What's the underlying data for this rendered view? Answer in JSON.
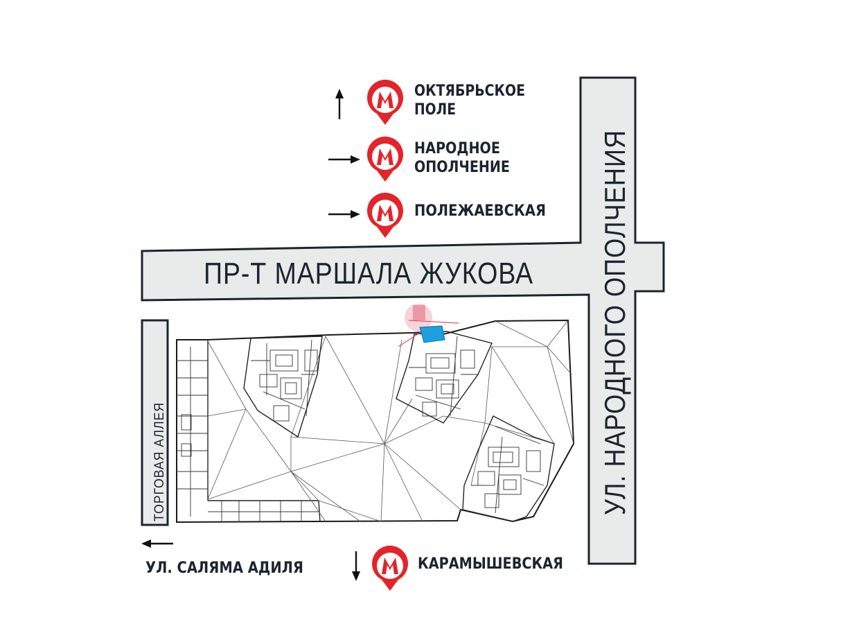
{
  "colors": {
    "metro_red": "#e3242b",
    "road_fill": "#e8ebe9",
    "road_stroke": "#1b2430",
    "text_dark": "#1b2430",
    "marker_blue": "#1ea0e0",
    "marker_pink": "#e0506a"
  },
  "roads": {
    "main_avenue": "ПР-Т МАРШАЛА ЖУКОВА",
    "vertical_street": "УЛ. НАРОДНОГО  ОПОЛЧЕНИЯ",
    "side_alley": "ТОРГОВАЯ АЛЛЕЯ"
  },
  "metro_stations": [
    {
      "name_line1": "ОКТЯБРЬСКОЕ",
      "name_line2": "ПОЛЕ",
      "direction": "up",
      "icon": "metro-m-icon"
    },
    {
      "name_line1": "НАРОДНОЕ",
      "name_line2": "ОПОЛЧЕНИЕ",
      "direction": "right",
      "icon": "metro-m-icon"
    },
    {
      "name_line1": "ПОЛЕЖАЕВСКАЯ",
      "name_line2": "",
      "direction": "right",
      "icon": "metro-m-icon"
    },
    {
      "name_line1": "КАРАМЫШЕВСКАЯ",
      "name_line2": "",
      "direction": "down",
      "icon": "metro-m-icon"
    }
  ],
  "street_left": {
    "label": "УЛ. САЛЯМА АДИЛЯ",
    "direction": "left"
  }
}
